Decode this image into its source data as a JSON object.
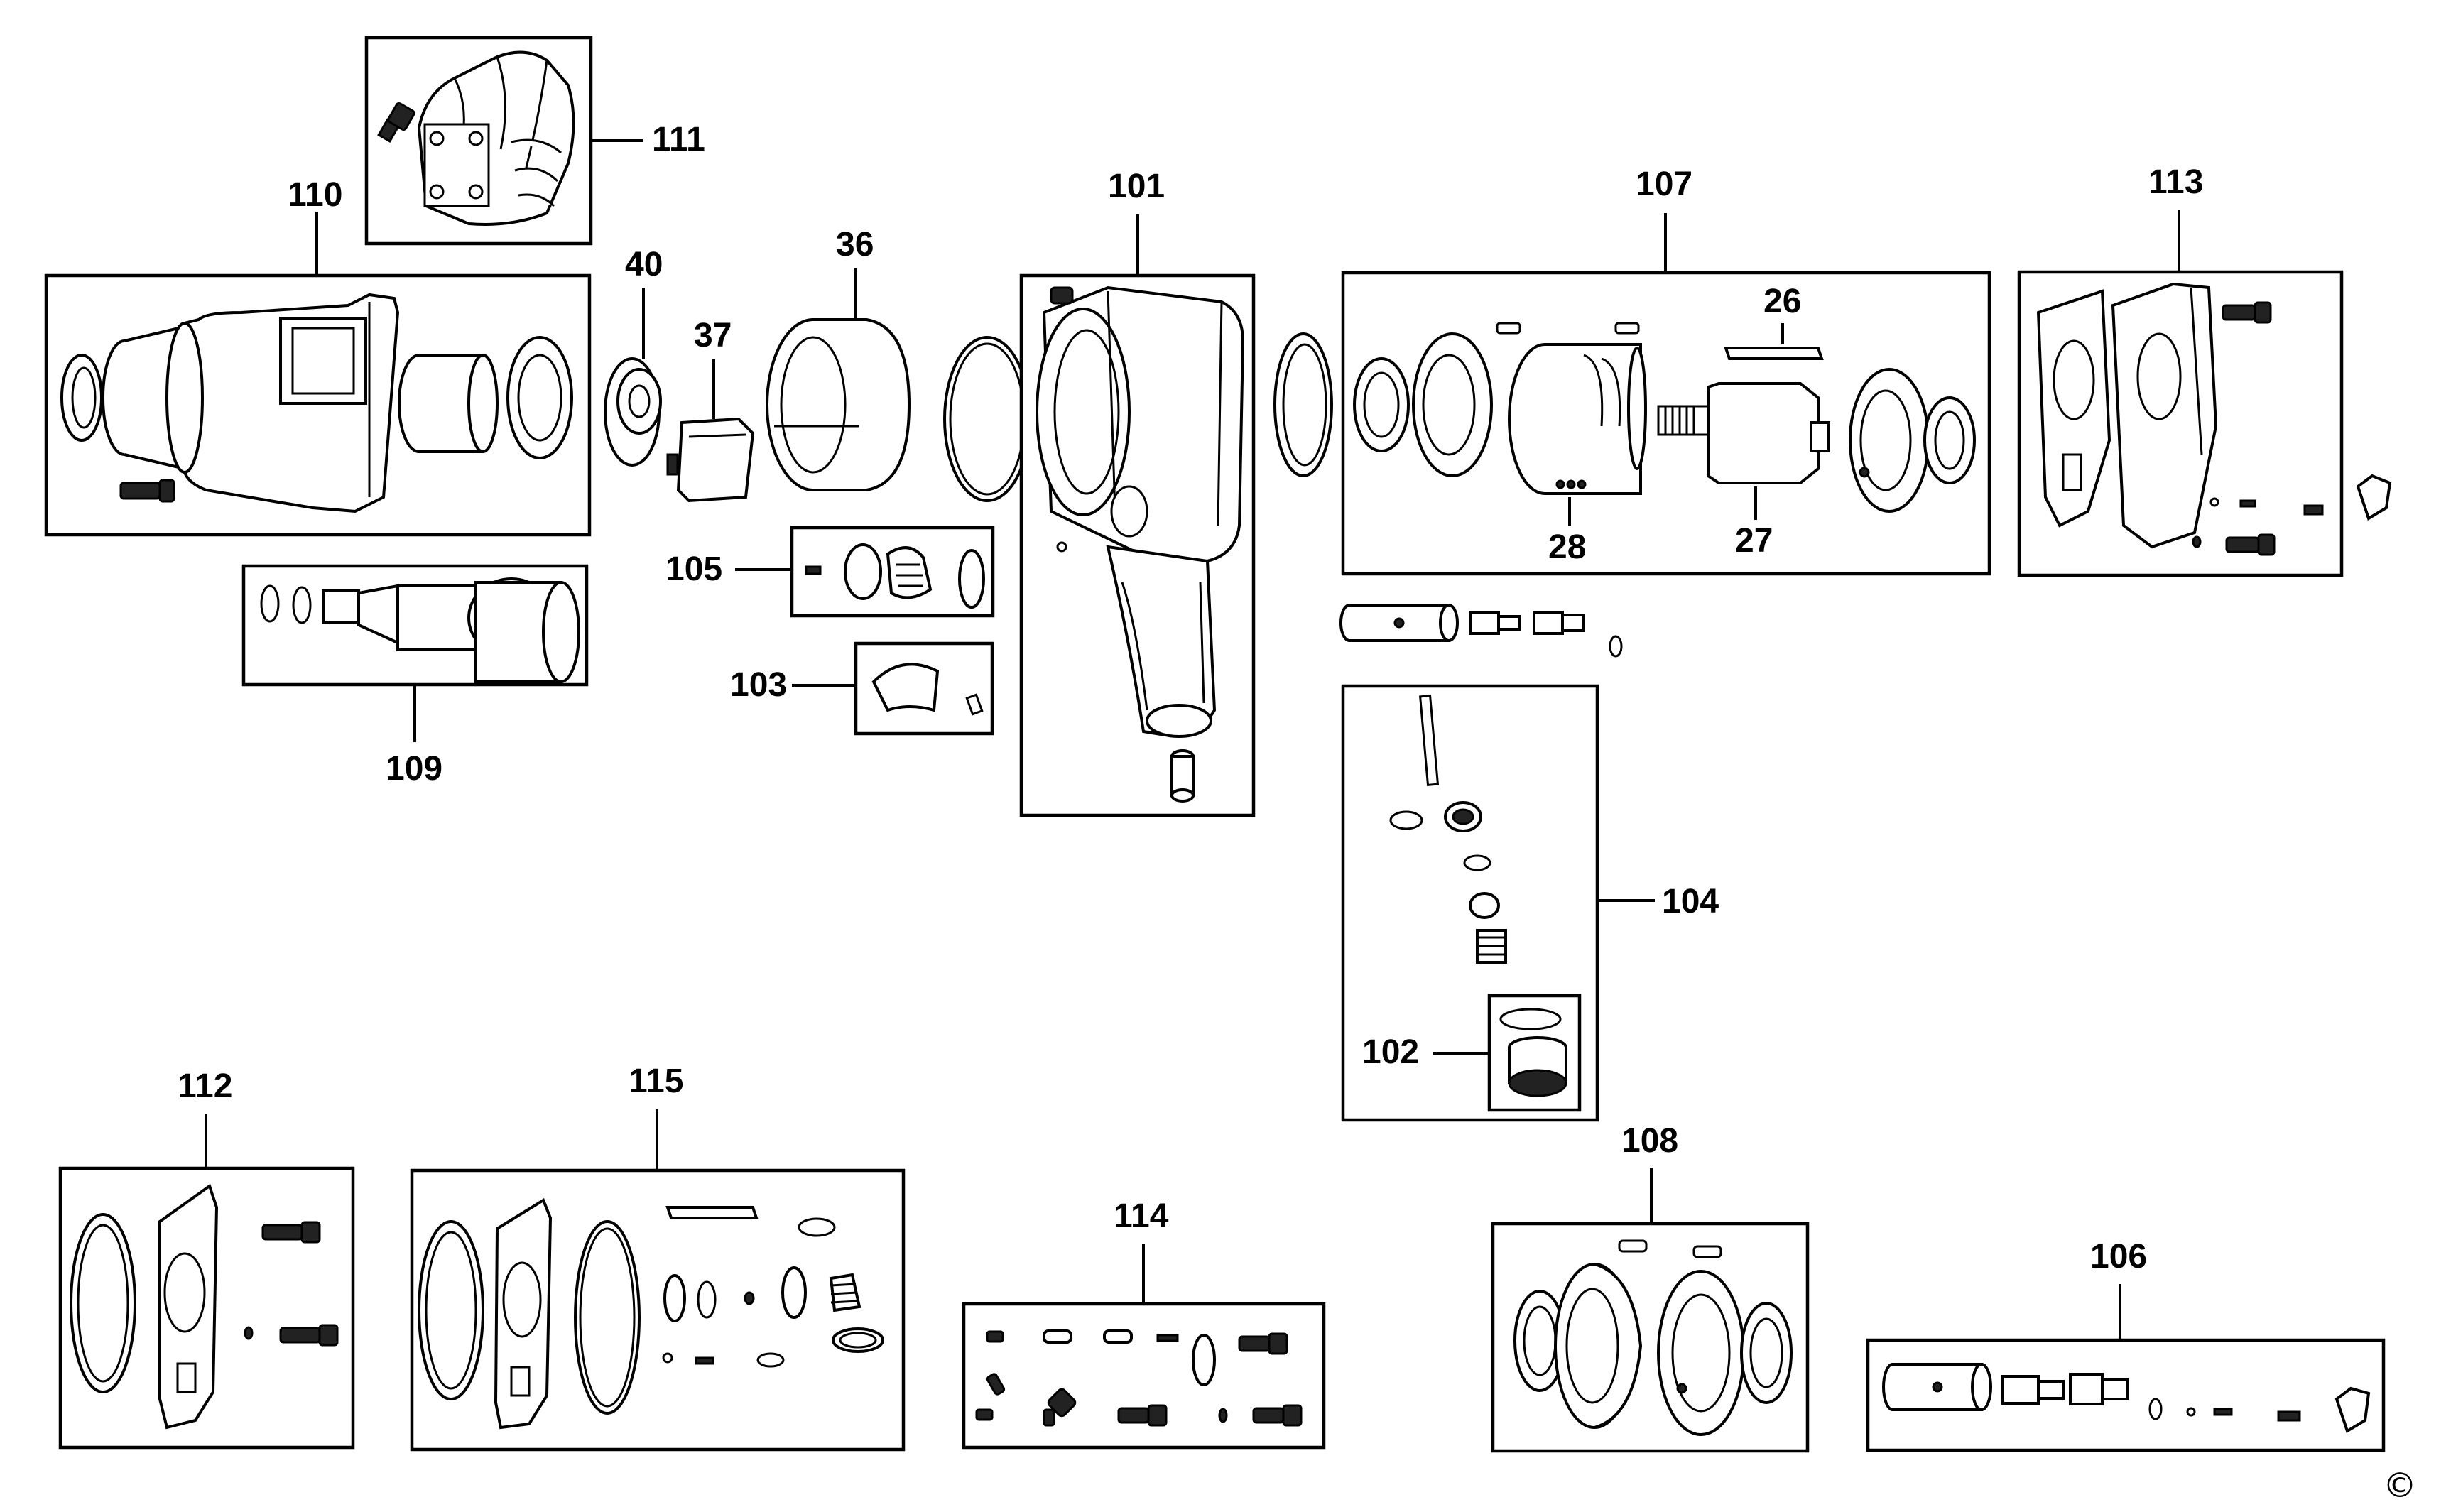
{
  "diagram": {
    "callouts": {
      "c101": "101",
      "c102": "102",
      "c103": "103",
      "c104": "104",
      "c105": "105",
      "c106": "106",
      "c107": "107",
      "c108": "108",
      "c109": "109",
      "c110": "110",
      "c111": "111",
      "c112": "112",
      "c113": "113",
      "c114": "114",
      "c115": "115",
      "c26": "26",
      "c27": "27",
      "c28": "28",
      "c36": "36",
      "c37": "37",
      "c40": "40"
    },
    "copyright": "©"
  }
}
